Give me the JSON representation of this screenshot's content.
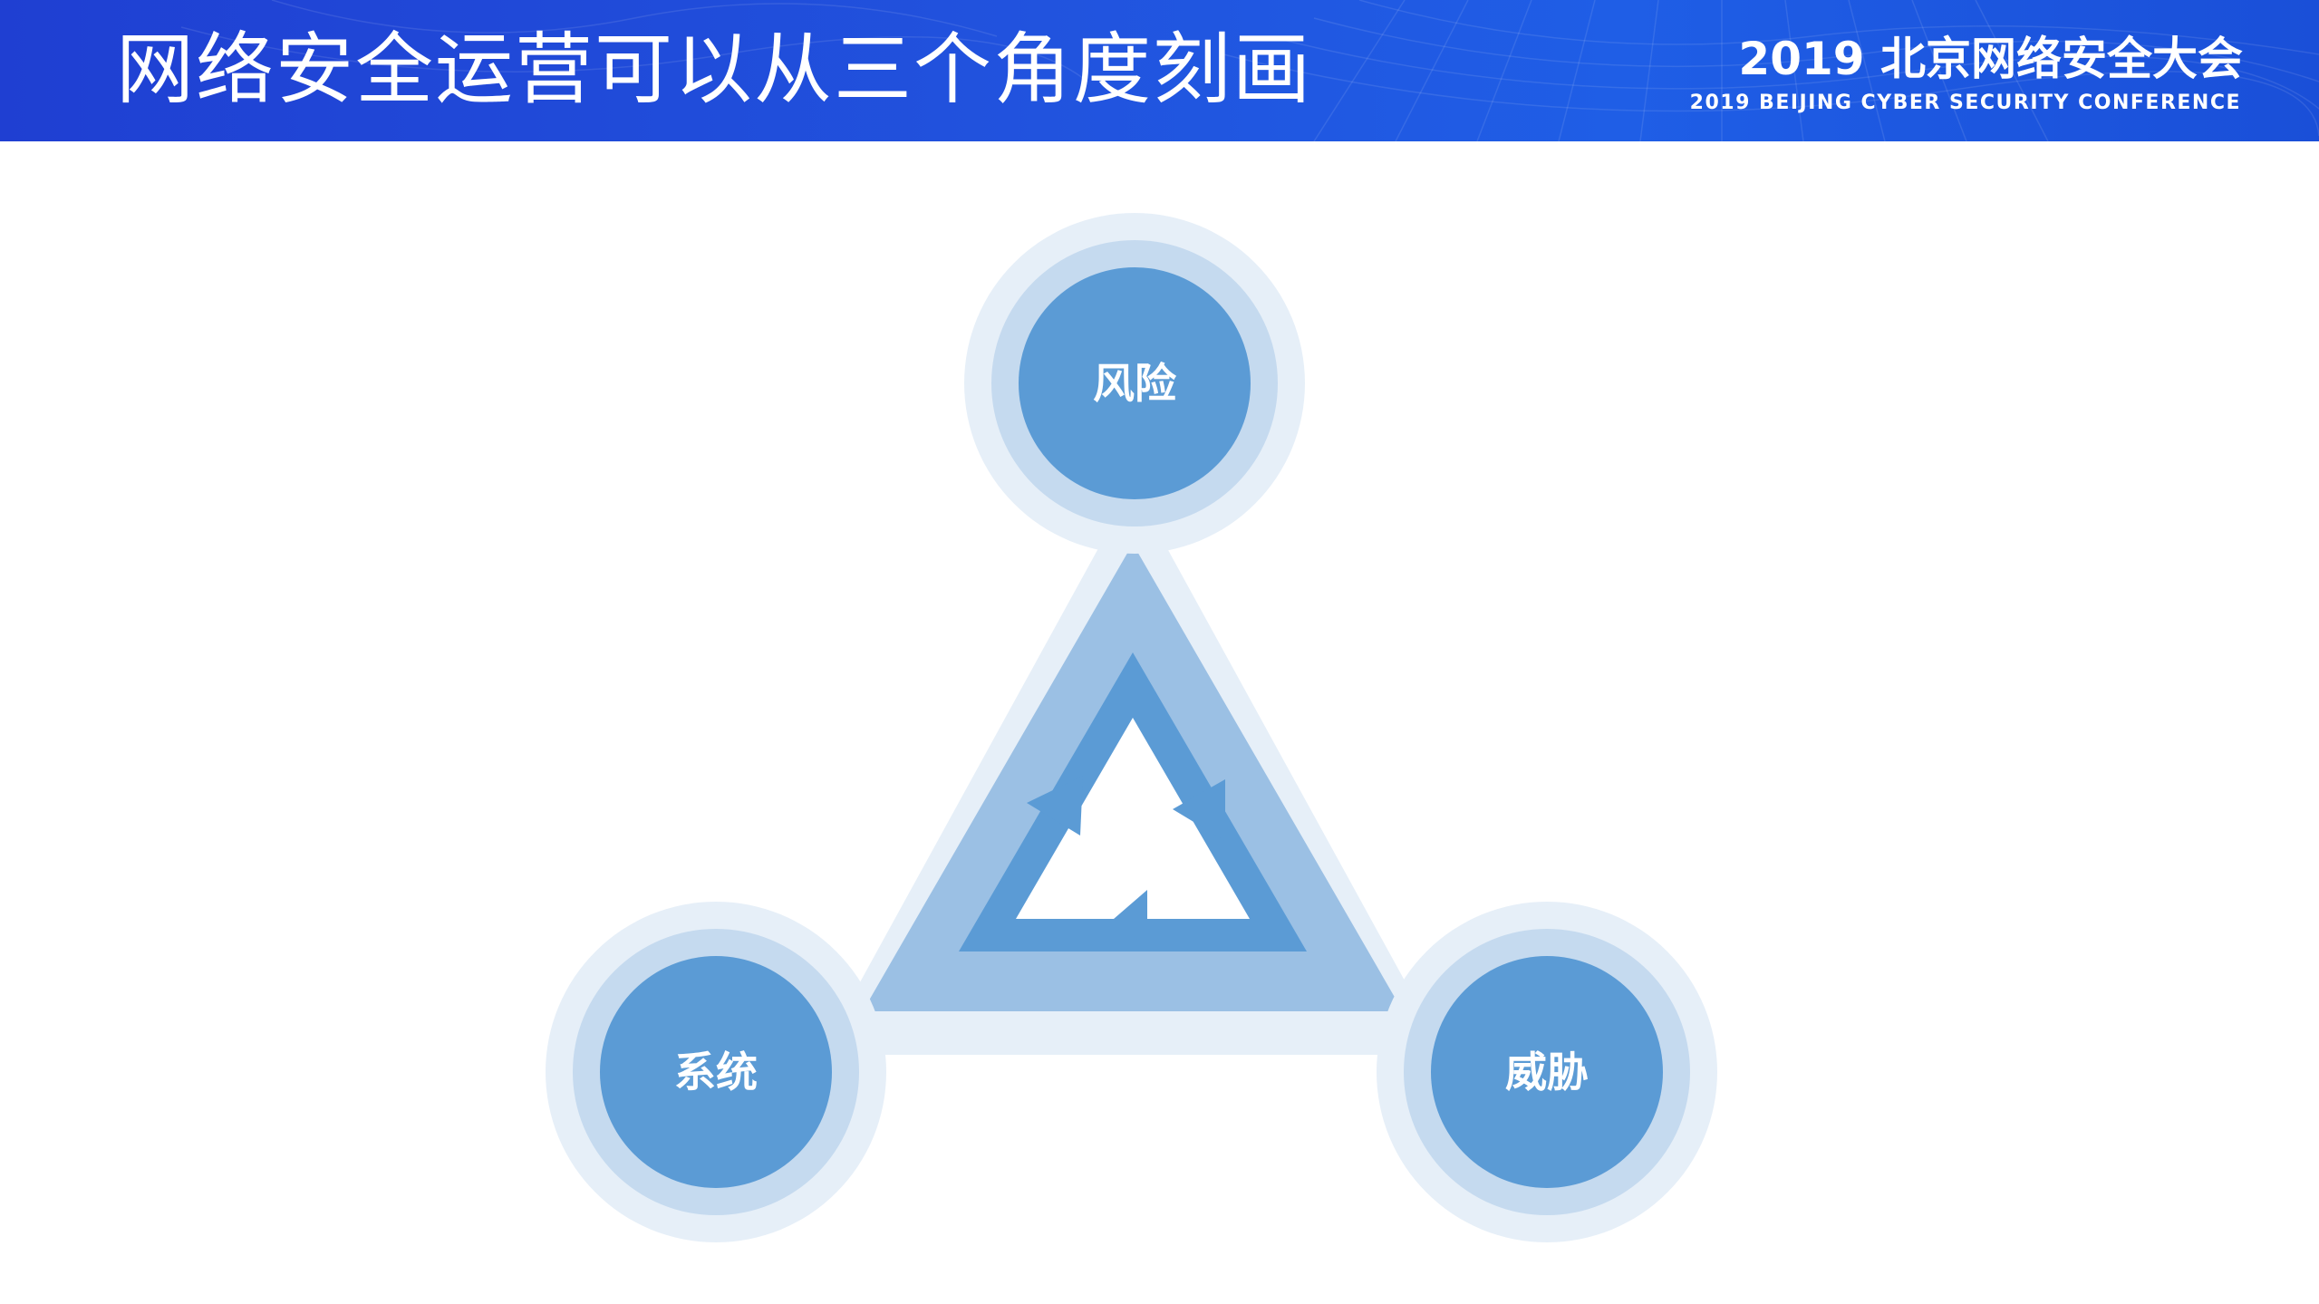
{
  "header": {
    "title": "网络安全运营可以从三个角度刻画",
    "conference_name": "2019 北京网络安全大会",
    "conference_subtitle": "2019 BEIJING CYBER SECURITY CONFERENCE"
  },
  "diagram": {
    "nodes": [
      {
        "label": "风险"
      },
      {
        "label": "系统"
      },
      {
        "label": "威胁"
      }
    ],
    "colors": {
      "node": "#5b9bd5",
      "ring_inner": "#c5daef",
      "ring_outer": "#e6eff8",
      "triangle_outer": "#e6eff8",
      "triangle_mid": "#9bc0e4",
      "triangle_inner": "#5b9bd5"
    }
  }
}
